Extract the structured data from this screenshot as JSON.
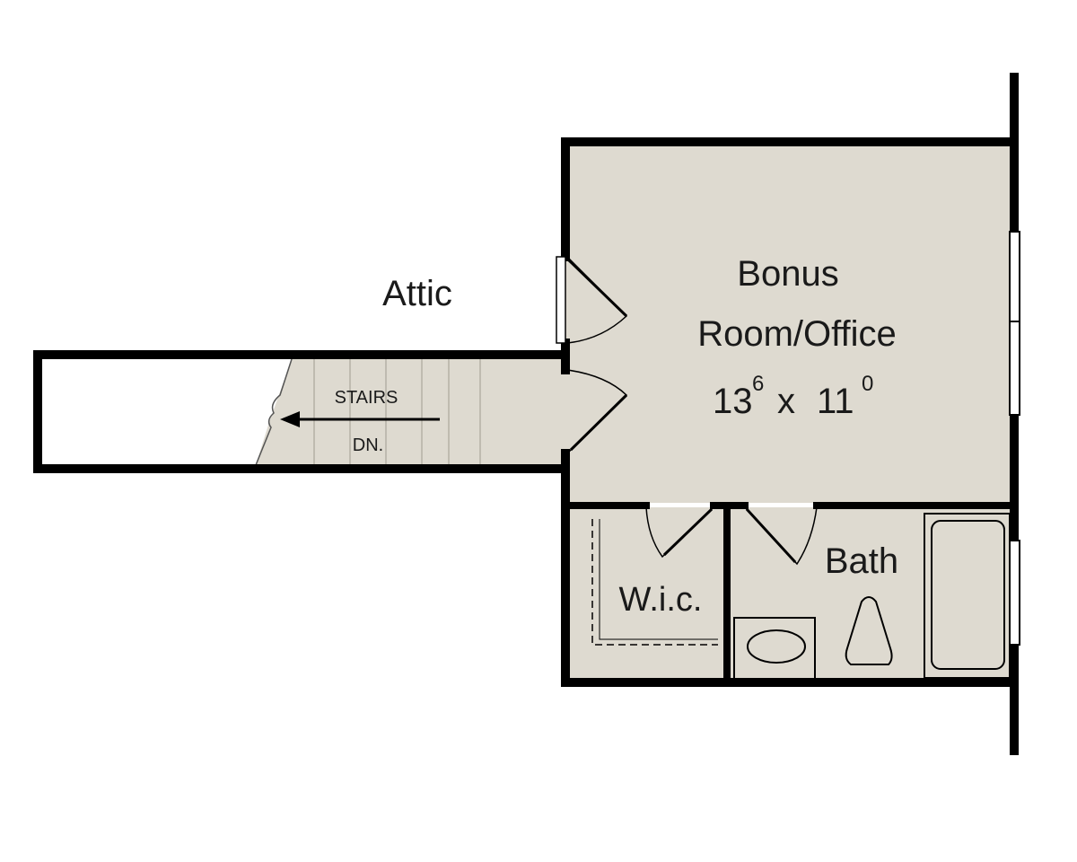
{
  "colors": {
    "floor": "#dedad0",
    "wall": "#000000",
    "background": "#ffffff",
    "stair_line": "#b5b1a6"
  },
  "labels": {
    "attic": "Attic",
    "bonus_line1": "Bonus",
    "bonus_line2": "Room/Office",
    "bonus_dim_width": "13",
    "bonus_dim_width_sup": "6",
    "bonus_dim_x": "x",
    "bonus_dim_length": "11",
    "bonus_dim_length_sup": "0",
    "stairs": "STAIRS",
    "stairs_dir": "DN.",
    "wic": "W.i.c.",
    "bath": "Bath"
  }
}
